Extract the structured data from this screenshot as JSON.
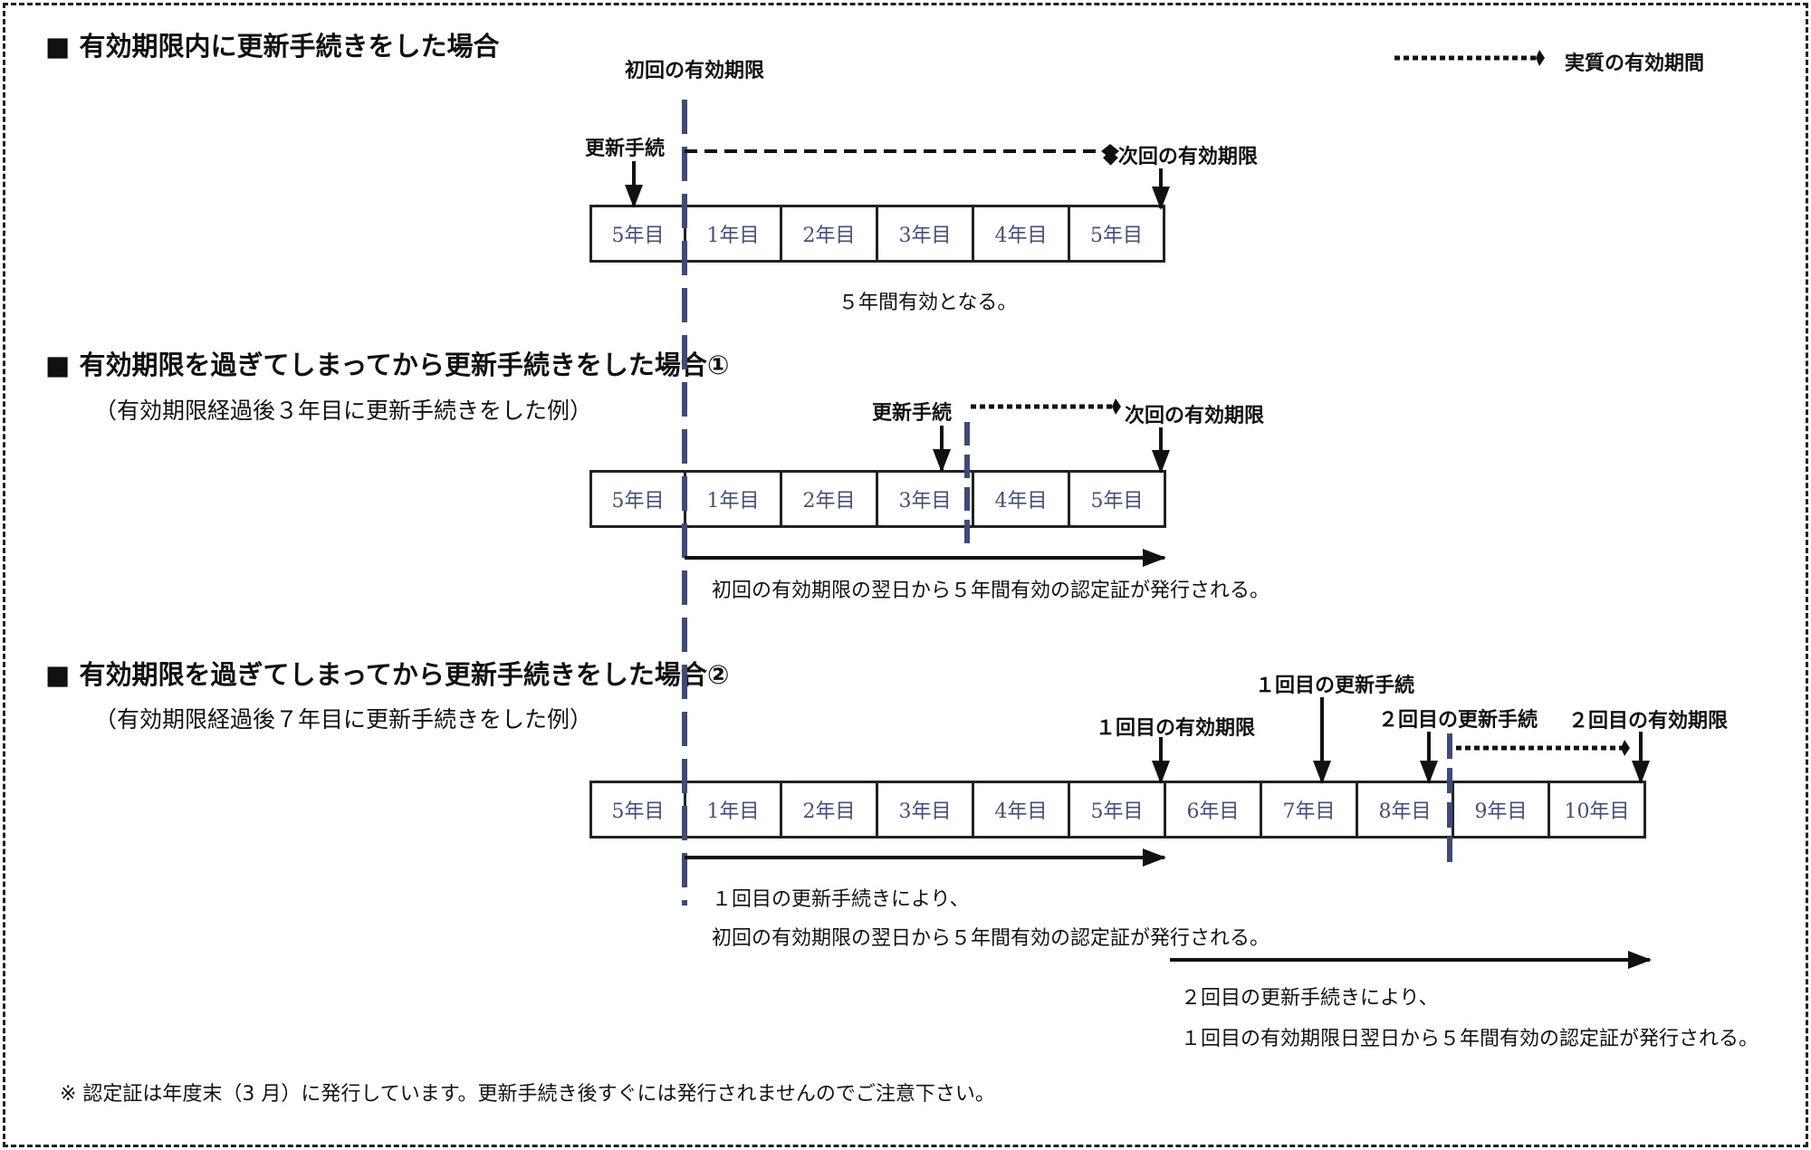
{
  "legend": {
    "label": "実質の有効期間"
  },
  "section1": {
    "title": "■ 有効期限内に更新手続きをした場合",
    "label_first_expiry": "初回の有効期限",
    "label_renewal": "更新手続",
    "label_next_expiry": "◆次回の有効期限",
    "cells": [
      "5年目",
      "1年目",
      "2年目",
      "3年目",
      "4年目",
      "5年目"
    ],
    "caption": "５年間有効となる。"
  },
  "section2": {
    "title": "■ 有効期限を過ぎてしまってから更新手続きをした場合①",
    "subtitle": "（有効期限経過後３年目に更新手続きをした例）",
    "label_renewal": "更新手続",
    "label_next_expiry": "次回の有効期限",
    "cells": [
      "5年目",
      "1年目",
      "2年目",
      "3年目",
      "4年目",
      "5年目"
    ],
    "caption": "初回の有効期限の翌日から５年間有効の認定証が発行される。"
  },
  "section3": {
    "title": "■ 有効期限を過ぎてしまってから更新手続きをした場合②",
    "subtitle": "（有効期限経過後７年目に更新手続きをした例）",
    "label_first_expiry": "１回目の有効期限",
    "label_first_renewal": "１回目の更新手続",
    "label_second_renewal": "２回目の更新手続",
    "label_second_expiry": "２回目の有効期限",
    "cells": [
      "5年目",
      "1年目",
      "2年目",
      "3年目",
      "4年目",
      "5年目",
      "6年目",
      "7年目",
      "8年目",
      "9年目",
      "10年目"
    ],
    "caption1_line1": "１回目の更新手続きにより、",
    "caption1_line2": "初回の有効期限の翌日から５年間有効の認定証が発行される。",
    "caption2_line1": "２回目の更新手続きにより、",
    "caption2_line2": "１回目の有効期限日翌日から５年間有効の認定証が発行される。"
  },
  "footnote": "※ 認定証は年度末（3 月）に発行しています。更新手続き後すぐには発行されませんのでご注意下さい。",
  "colors": {
    "dashed_line": "#3d4a7c",
    "cell_text": "#44507a",
    "ink": "#111111"
  }
}
